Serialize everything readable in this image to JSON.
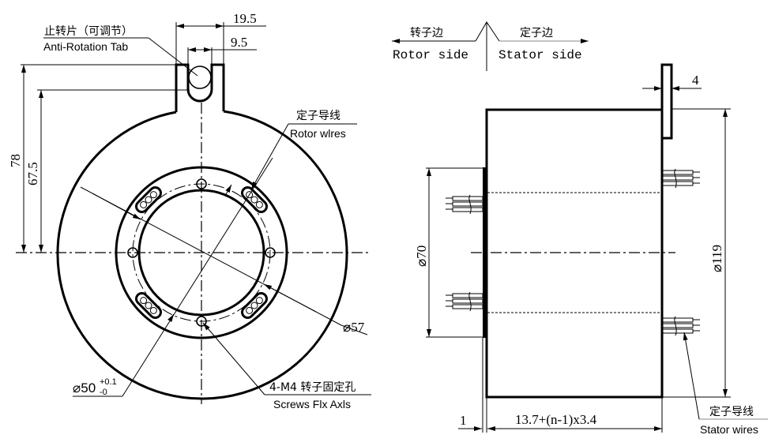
{
  "front_view": {
    "anti_rotation_tab": {
      "label_cn": "止转片（可调节）",
      "label_en": "Anti-Rotation Tab"
    },
    "dim_tab_width": "19.5",
    "dim_slot_width": "9.5",
    "dim_height_total": "78",
    "dim_height_slot": "67.5",
    "rotor_wires": {
      "label_cn": "定子导线",
      "label_en": "Rotor wlres"
    },
    "dim_bolt_circle": "⌀57",
    "dim_bore": {
      "main": "⌀50",
      "upper_tol": "+0.1",
      "lower_tol": "-0"
    },
    "screws": {
      "label_cn": "4-M4 转子固定孔",
      "label_en": "Screws Flx Axls"
    }
  },
  "side_view": {
    "rotor_side": {
      "label_cn": "转子边",
      "label_en": "Rotor side"
    },
    "stator_side": {
      "label_cn": "定子边",
      "label_en": "Stator side"
    },
    "dim_tab_thickness": "4",
    "dim_rotor_dia": "⌀70",
    "dim_outer_dia": "⌀119",
    "dim_flange": "1",
    "dim_length": "13.7+(n-1)x3.4",
    "stator_wires": {
      "label_cn": "定子导线",
      "label_en": "Stator wires"
    }
  }
}
